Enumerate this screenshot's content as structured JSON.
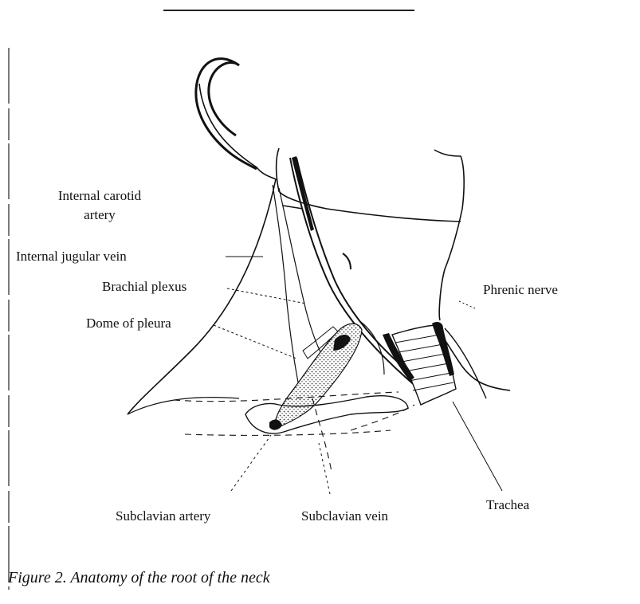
{
  "labels": {
    "internal_carotid_artery": "Internal carotid artery",
    "internal_jugular_vein": "Internal jugular vein",
    "brachial_plexus": "Brachial plexus",
    "dome_of_pleura": "Dome of pleura",
    "phrenic_nerve": "Phrenic nerve",
    "subclavian_artery": "Subclavian artery",
    "subclavian_vein": "Subclavian vein",
    "trachea": "Trachea"
  },
  "caption": "Figure 2. Anatomy of the root of the neck"
}
